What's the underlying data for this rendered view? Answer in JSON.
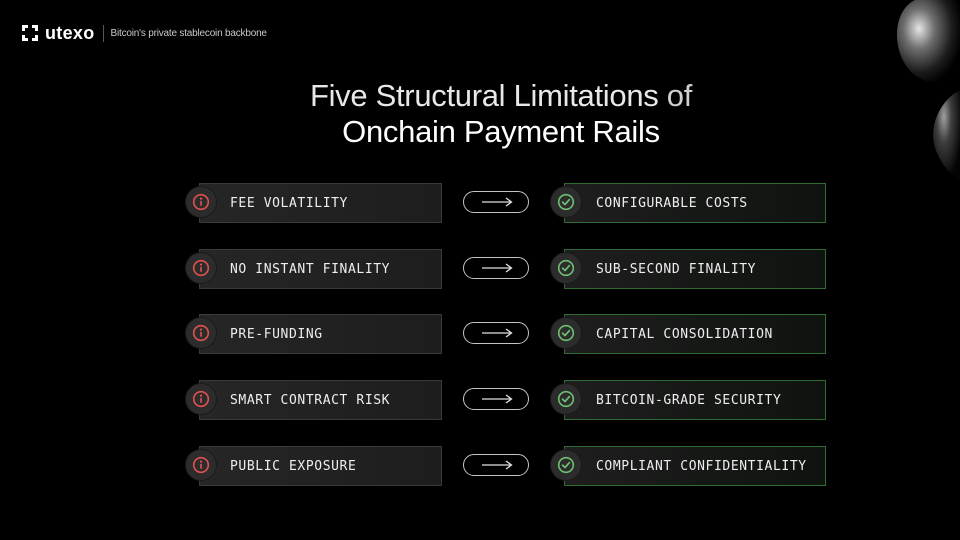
{
  "header": {
    "brand": "utexo",
    "tagline": "Bitcoin's private stablecoin backbone"
  },
  "title": {
    "strong": "Five Structural Limitations",
    "light": " of",
    "line2": "Onchain Payment Rails"
  },
  "icons": {
    "logo": "utexo-logo-icon",
    "problem": "info-alert-icon",
    "solution": "check-circle-icon",
    "transition": "arrow-right-icon"
  },
  "colors": {
    "background": "#000000",
    "problem_accent": "#e0524f",
    "solution_accent": "#6fbf73",
    "solution_border": "#2f6b33"
  },
  "rows": [
    {
      "problem": "FEE VOLATILITY",
      "solution": "CONFIGURABLE COSTS"
    },
    {
      "problem": "NO INSTANT FINALITY",
      "solution": "SUB-SECOND FINALITY"
    },
    {
      "problem": "PRE-FUNDING",
      "solution": "CAPITAL CONSOLIDATION"
    },
    {
      "problem": "SMART CONTRACT RISK",
      "solution": "BITCOIN-GRADE SECURITY"
    },
    {
      "problem": "PUBLIC EXPOSURE",
      "solution": "COMPLIANT CONFIDENTIALITY"
    }
  ]
}
